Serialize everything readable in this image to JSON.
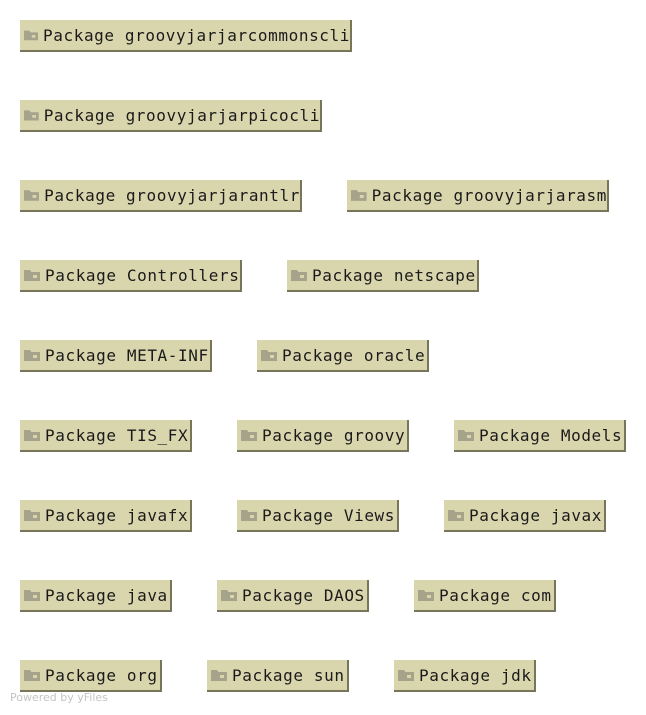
{
  "packages": [
    {
      "label": "Package groovyjarjarcommonscli"
    },
    {
      "label": "Package groovyjarjarpicocli"
    },
    {
      "label": "Package groovyjarjarantlr"
    },
    {
      "label": "Package groovyjarjarasm"
    },
    {
      "label": "Package Controllers"
    },
    {
      "label": "Package netscape"
    },
    {
      "label": "Package META-INF"
    },
    {
      "label": "Package oracle"
    },
    {
      "label": "Package TIS_FX"
    },
    {
      "label": "Package groovy"
    },
    {
      "label": "Package Models"
    },
    {
      "label": "Package javafx"
    },
    {
      "label": "Package Views"
    },
    {
      "label": "Package javax"
    },
    {
      "label": "Package java"
    },
    {
      "label": "Package DAOS"
    },
    {
      "label": "Package com"
    },
    {
      "label": "Package org"
    },
    {
      "label": "Package sun"
    },
    {
      "label": "Package jdk"
    }
  ],
  "watermark": "Powered by yFiles",
  "colors": {
    "node_fill": "#d9d6ae",
    "node_shadow": "#77765a",
    "folder_icon": "#a5a48a",
    "text": "#1a1a1a"
  },
  "icons": {
    "package": "folder-icon"
  }
}
